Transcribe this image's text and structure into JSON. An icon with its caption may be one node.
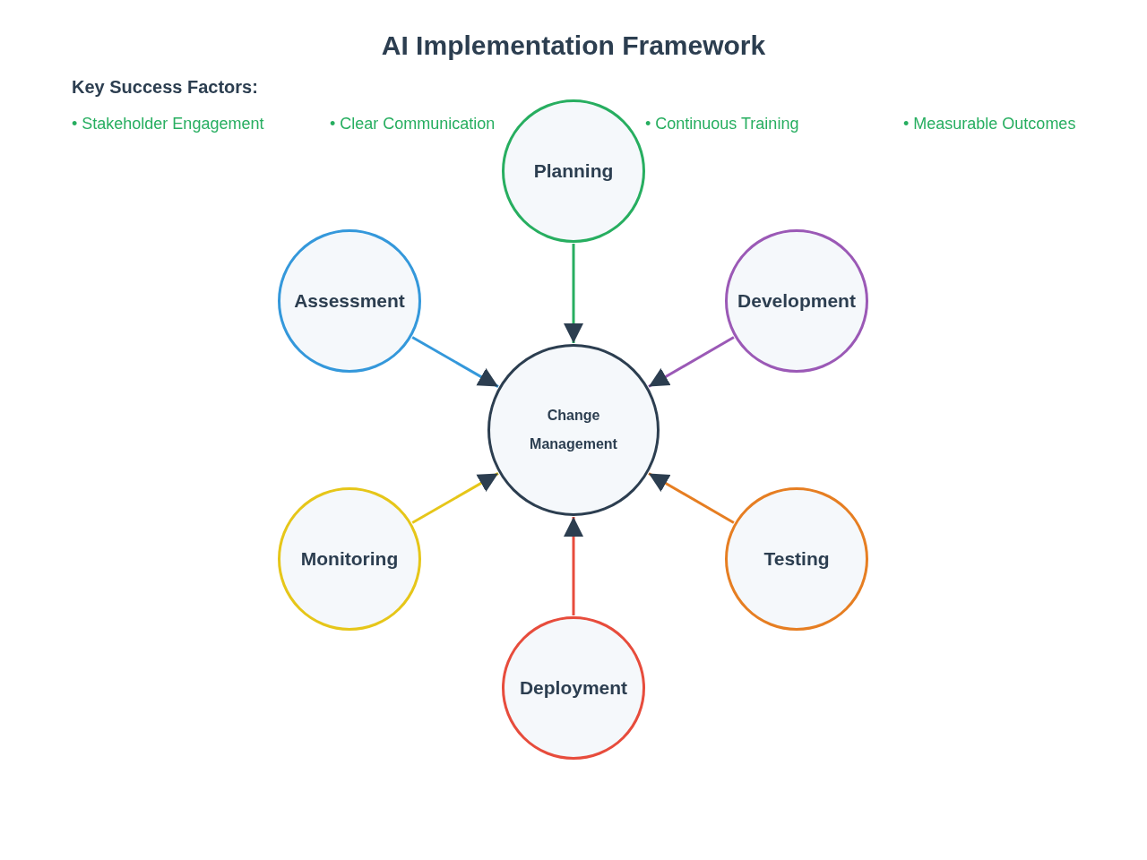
{
  "diagram": {
    "title": "AI Implementation Framework",
    "nodes": [
      {
        "text": [
          "Planning"
        ]
      },
      {
        "text": [
          "Assessment"
        ]
      },
      {
        "text": [
          "Development"
        ]
      },
      {
        "text": [
          "Change Management"
        ]
      },
      {
        "text": [
          "Monitoring"
        ]
      },
      {
        "text": [
          "Testing"
        ]
      },
      {
        "text": [
          "Deployment"
        ]
      }
    ],
    "edges": [
      {
        "from": 0,
        "to": 3,
        "arrow": "to",
        "color": "#27ae60"
      },
      {
        "from": 1,
        "to": 3,
        "arrow": "to",
        "color": "#3498db"
      },
      {
        "from": 2,
        "to": 3,
        "arrow": "to",
        "color": "#9b59b6"
      },
      {
        "from": 4,
        "to": 3,
        "arrow": "to",
        "color": "#e6c619"
      },
      {
        "from": 5,
        "to": 3,
        "arrow": "to",
        "color": "#e67e22"
      },
      {
        "from": 6,
        "to": 3,
        "arrow": "to",
        "color": "#e74c3c"
      }
    ],
    "labels": [
      "Key Success Factors:",
      "• Stakeholder Engagement",
      "• Clear Communication",
      "• Continuous Training",
      "• Measurable Outcomes"
    ]
  }
}
